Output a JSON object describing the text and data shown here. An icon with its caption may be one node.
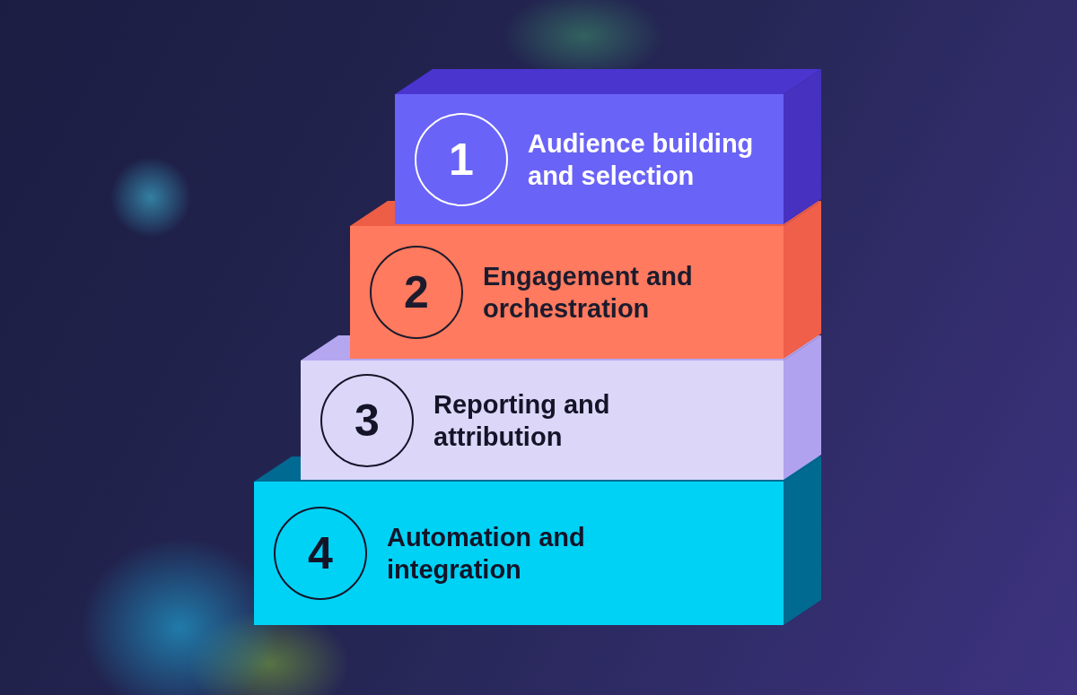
{
  "diagram": {
    "nodes": [
      {
        "text": [
          "Audience building and selection"
        ]
      },
      {
        "text": [
          "1"
        ],
        "in": 0
      },
      {
        "text": [
          "Engagement and orchestration"
        ]
      },
      {
        "text": [
          "2"
        ],
        "in": 2
      },
      {
        "text": [
          "Reporting and attribution"
        ]
      },
      {
        "text": [
          "3"
        ],
        "in": 4
      },
      {
        "text": [
          "Automation and integration"
        ]
      },
      {
        "text": [
          "4"
        ],
        "in": 6
      }
    ],
    "edges": []
  }
}
